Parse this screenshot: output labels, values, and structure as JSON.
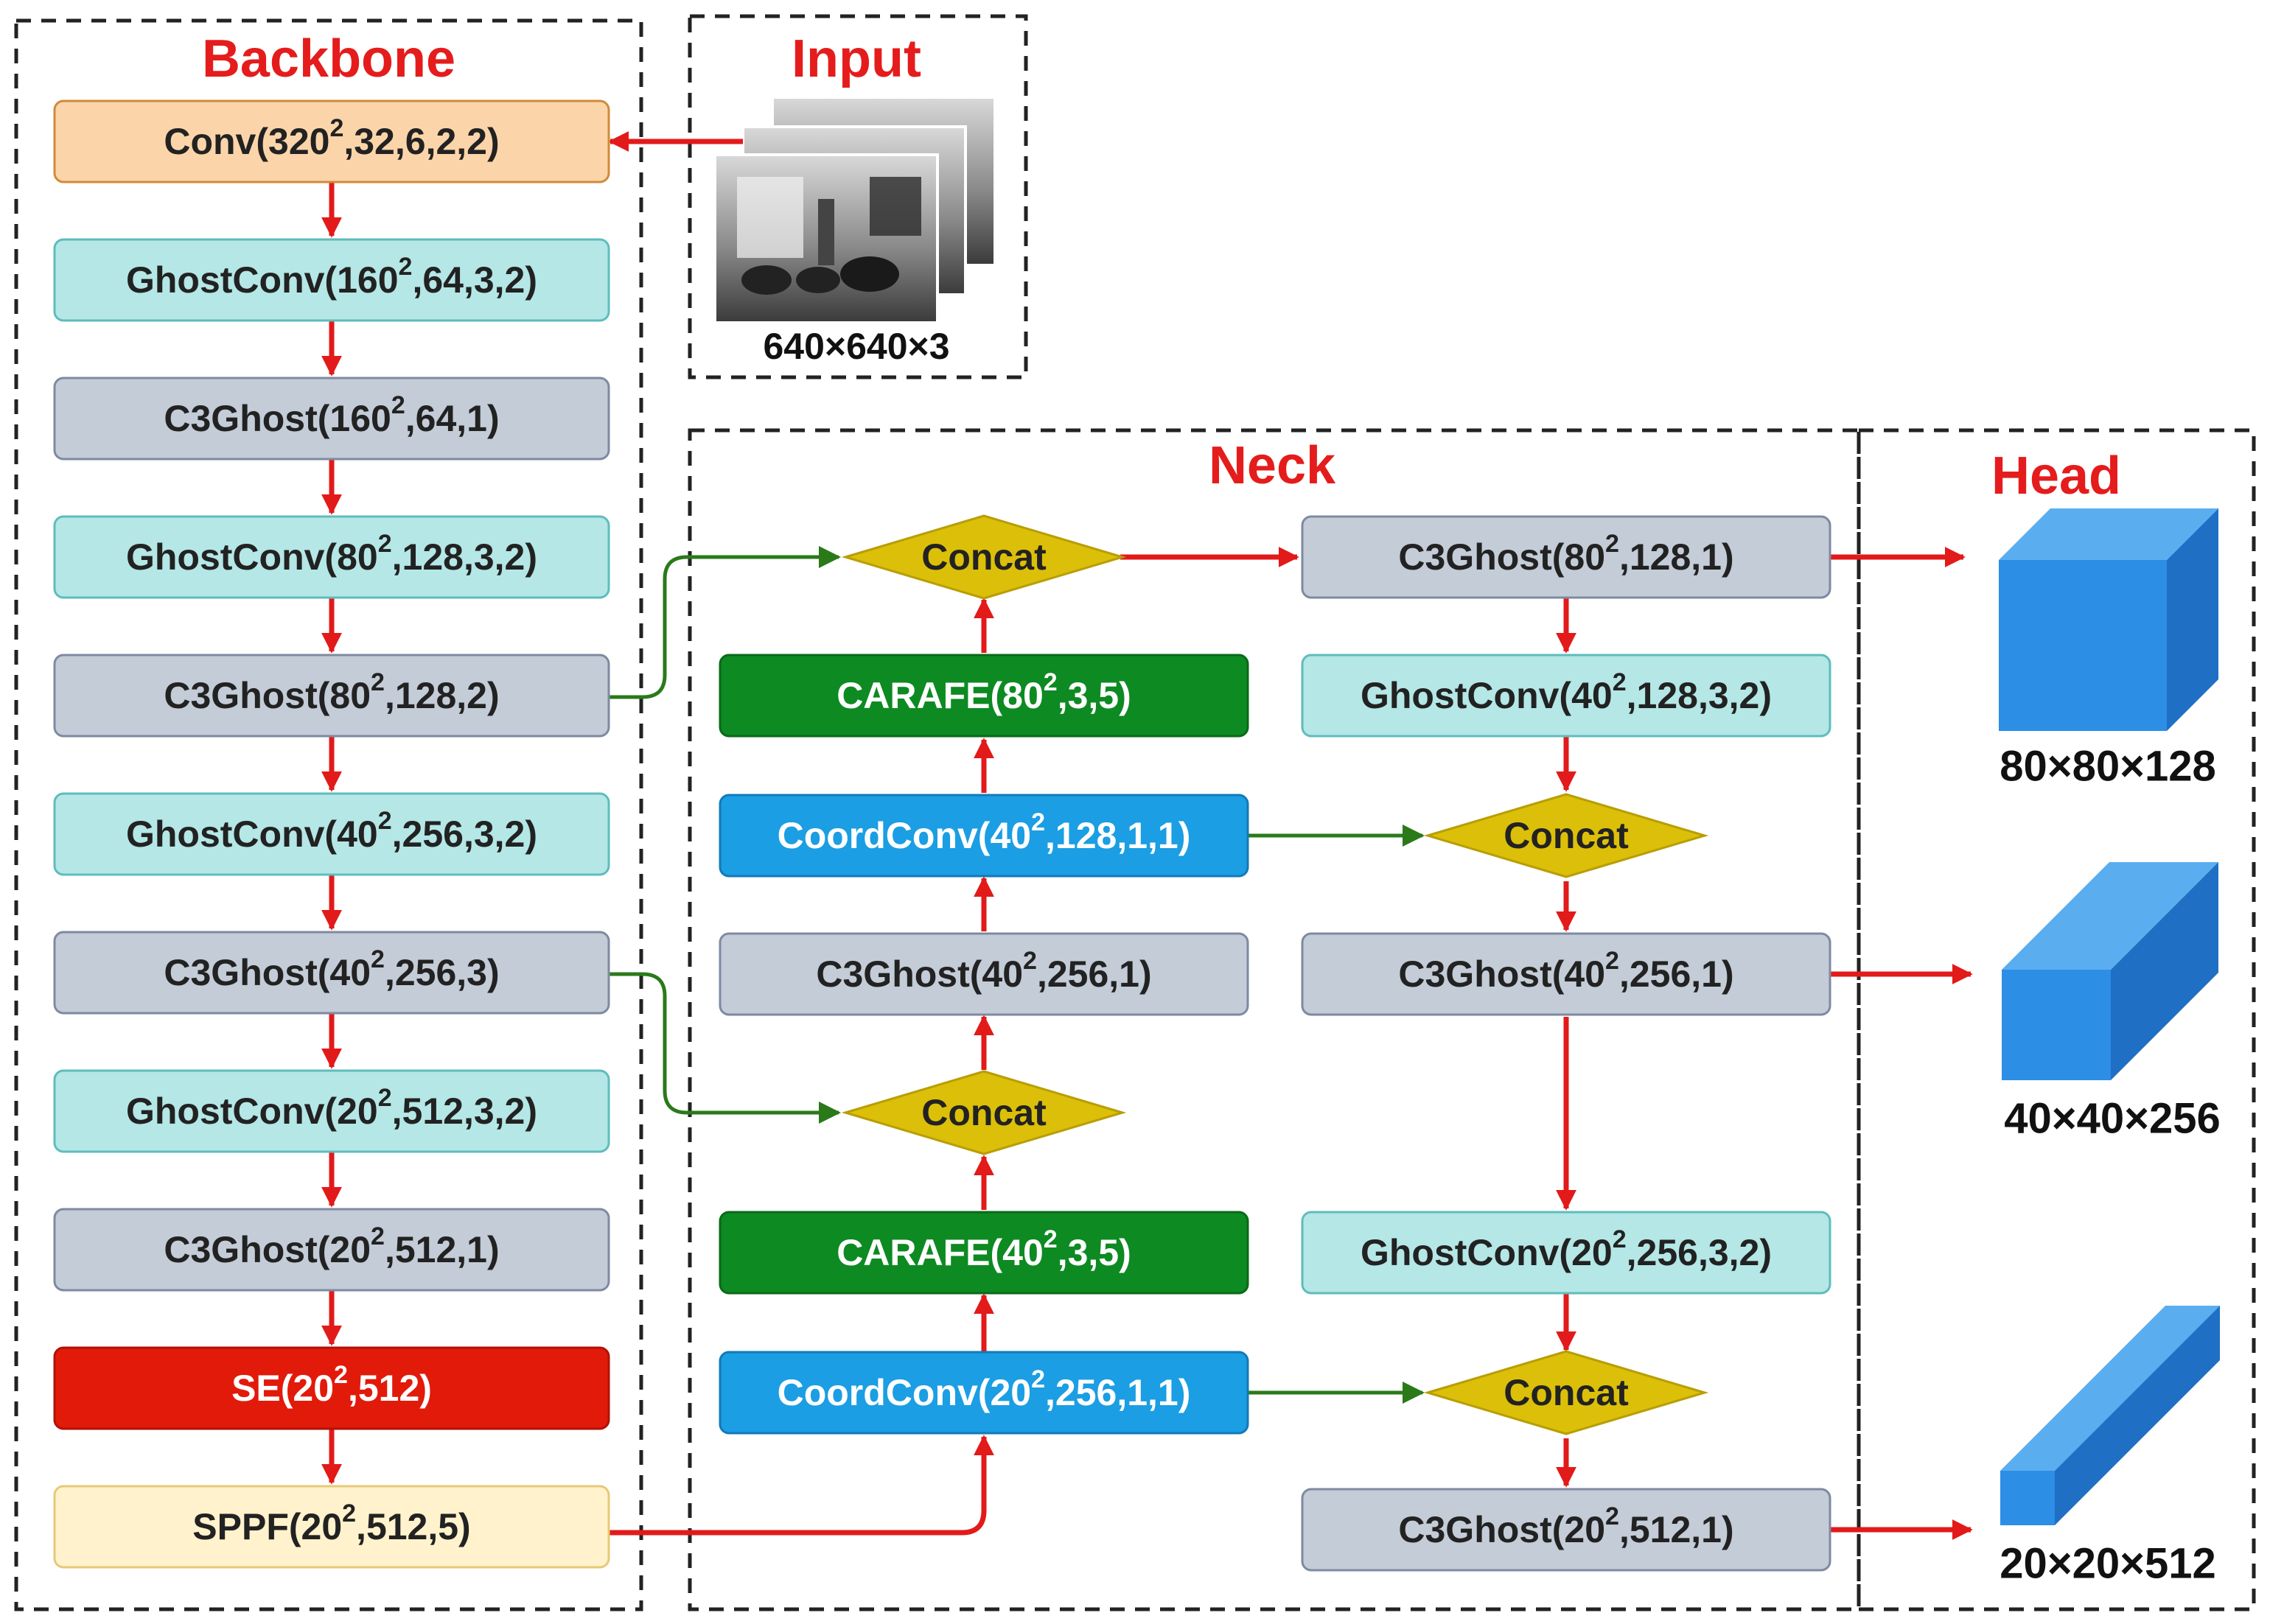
{
  "sections": {
    "backbone": "Backbone",
    "input": "Input",
    "neck": "Neck",
    "head": "Head"
  },
  "input": {
    "dims": "640×640×3"
  },
  "backbone": [
    {
      "op": "Conv(320",
      "sup": "2",
      "rest": ",32,6,2,2)",
      "style": "conv"
    },
    {
      "op": "GhostConv(160",
      "sup": "2",
      "rest": ",64,3,2)",
      "style": "ghostconv"
    },
    {
      "op": "C3Ghost(160",
      "sup": "2",
      "rest": ",64,1)",
      "style": "c3ghost"
    },
    {
      "op": "GhostConv(80",
      "sup": "2",
      "rest": ",128,3,2)",
      "style": "ghostconv"
    },
    {
      "op": "C3Ghost(80",
      "sup": "2",
      "rest": ",128,2)",
      "style": "c3ghost"
    },
    {
      "op": "GhostConv(40",
      "sup": "2",
      "rest": ",256,3,2)",
      "style": "ghostconv"
    },
    {
      "op": "C3Ghost(40",
      "sup": "2",
      "rest": ",256,3)",
      "style": "c3ghost"
    },
    {
      "op": "GhostConv(20",
      "sup": "2",
      "rest": ",512,3,2)",
      "style": "ghostconv"
    },
    {
      "op": "C3Ghost(20",
      "sup": "2",
      "rest": ",512,1)",
      "style": "c3ghost"
    },
    {
      "op": "SE(20",
      "sup": "2",
      "rest": ",512)",
      "style": "se"
    },
    {
      "op": "SPPF(20",
      "sup": "2",
      "rest": ",512,5)",
      "style": "sppf"
    }
  ],
  "neck_col1": [
    {
      "op": "Concat",
      "sup": "",
      "rest": "",
      "style": "concat"
    },
    {
      "op": "CARAFE(80",
      "sup": "2",
      "rest": ",3,5)",
      "style": "carafe"
    },
    {
      "op": "CoordConv(40",
      "sup": "2",
      "rest": ",128,1,1)",
      "style": "coordconv"
    },
    {
      "op": "C3Ghost(40",
      "sup": "2",
      "rest": ",256,1)",
      "style": "c3ghost"
    },
    {
      "op": "Concat",
      "sup": "",
      "rest": "",
      "style": "concat"
    },
    {
      "op": "CARAFE(40",
      "sup": "2",
      "rest": ",3,5)",
      "style": "carafe"
    },
    {
      "op": "CoordConv(20",
      "sup": "2",
      "rest": ",256,1,1)",
      "style": "coordconv"
    }
  ],
  "neck_col2": [
    {
      "op": "C3Ghost(80",
      "sup": "2",
      "rest": ",128,1)",
      "style": "c3ghost"
    },
    {
      "op": "GhostConv(40",
      "sup": "2",
      "rest": ",128,3,2)",
      "style": "ghostconv"
    },
    {
      "op": "Concat",
      "sup": "",
      "rest": "",
      "style": "concat"
    },
    {
      "op": "C3Ghost(40",
      "sup": "2",
      "rest": ",256,1)",
      "style": "c3ghost"
    },
    {
      "op": "GhostConv(20",
      "sup": "2",
      "rest": ",256,3,2)",
      "style": "ghostconv"
    },
    {
      "op": "Concat",
      "sup": "",
      "rest": "",
      "style": "concat"
    },
    {
      "op": "C3Ghost(20",
      "sup": "2",
      "rest": ",512,1)",
      "style": "c3ghost"
    }
  ],
  "head": [
    {
      "dims": "80×80×128"
    },
    {
      "dims": "40×40×256"
    },
    {
      "dims": "20×20×512"
    }
  ],
  "colors": {
    "conv": "#fbd5a9",
    "ghostconv": "#b4e7e6",
    "c3ghost": "#c3ccd7",
    "se": "#e21a0a",
    "sppf": "#fff2cc",
    "carafe": "#0d8a22",
    "coordconv": "#1b9ee3",
    "concat": "#dcbf09",
    "arrow_red": "#e21a1a",
    "arrow_green": "#2a7a1a",
    "cube": "#2d8ee6"
  }
}
